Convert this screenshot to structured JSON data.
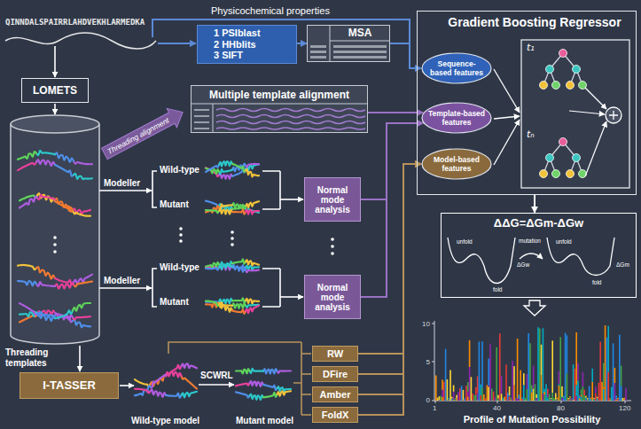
{
  "diagram": {
    "nodes": [
      {
        "text": [
          "1 PSIblast",
          "2 HHblits",
          "3 SIFT"
        ]
      },
      {
        "text": [
          "MSA"
        ]
      },
      {
        "text": [
          "Gradient Boosting Regressor"
        ]
      },
      {
        "text": [
          "Sequence-based features"
        ],
        "in": 2
      },
      {
        "text": [
          "Template-based features"
        ],
        "in": 2
      },
      {
        "text": [
          "Model-based features"
        ],
        "in": 2
      },
      {
        "text": [
          "LOMETS"
        ]
      },
      {
        "text": [
          "Threading alignment"
        ]
      },
      {
        "text": [
          "Multiple template alignment"
        ]
      },
      {
        "text": [
          "Normal mode analysis"
        ]
      },
      {
        "text": [
          "Normal mode analysis"
        ]
      },
      {
        "text": [
          "ΔΔG=ΔGm-ΔGw"
        ]
      },
      {
        "text": [
          "I-TASSER"
        ]
      },
      {
        "text": [
          "RW"
        ]
      },
      {
        "text": [
          "DFire"
        ]
      },
      {
        "text": [
          "Amber"
        ]
      },
      {
        "text": [
          "FoldX"
        ]
      }
    ],
    "edges": [
      {
        "from": 0,
        "to": 1,
        "arrow": "to"
      },
      {
        "from": 1,
        "to": 3,
        "arrow": "to"
      },
      {
        "from": 8,
        "to": 4,
        "arrow": "to"
      },
      {
        "from": 9,
        "to": 4,
        "arrow": "to"
      },
      {
        "from": 10,
        "to": 4,
        "arrow": "to"
      },
      {
        "from": 13,
        "to": 5,
        "arrow": "to"
      },
      {
        "from": 14,
        "to": 5,
        "arrow": "to"
      },
      {
        "from": 15,
        "to": 5,
        "arrow": "to"
      },
      {
        "from": 16,
        "to": 5,
        "arrow": "to"
      },
      {
        "from": 2,
        "to": 11,
        "arrow": "to"
      }
    ],
    "labels": [
      "QINNDALSPAIRRLAHDVEKHLARMEDKA",
      "Physicochemical properties",
      "Modeller",
      "Wild-type",
      "Mutant",
      "Modeller",
      "Wild-type",
      "Mutant",
      "Threading templates",
      "SCWRL",
      "Wild-type model",
      "Mutant model",
      "t₁",
      "tₙ",
      "unfold",
      "fold",
      "ΔGw",
      "mutation",
      "unfold",
      "fold",
      "ΔGm",
      "10",
      "5",
      "0",
      "1",
      "40",
      "80",
      "120",
      "Profile of Mutation Possibility"
    ]
  }
}
